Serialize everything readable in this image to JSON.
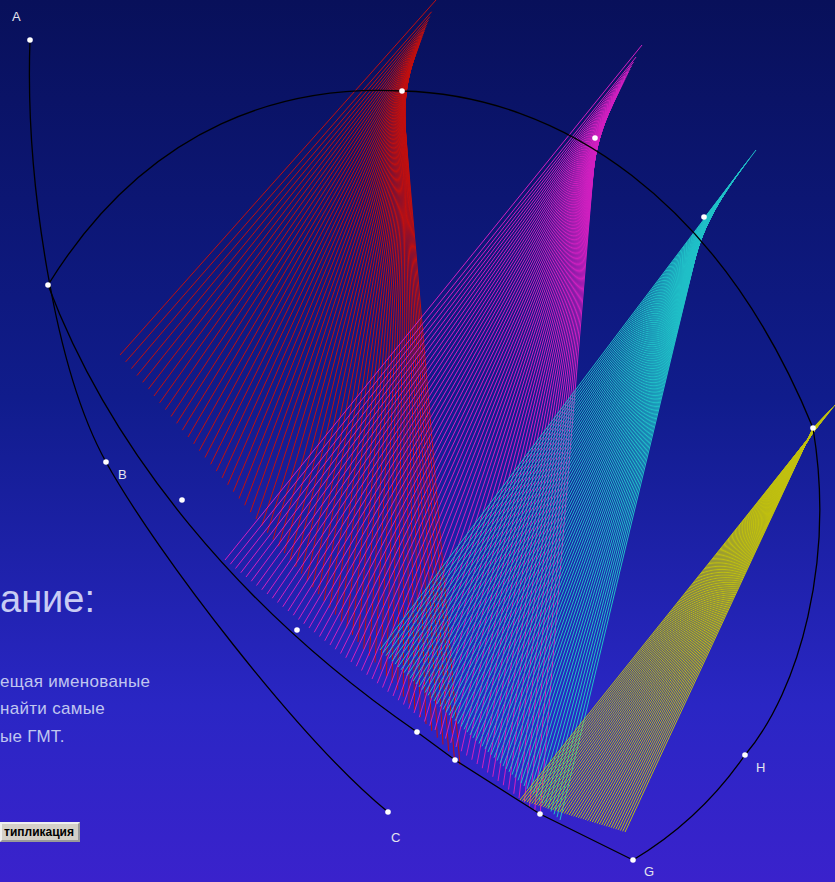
{
  "diagram": {
    "labels": [
      "A",
      "B",
      "C",
      "G",
      "H",
      "ание:",
      "ещая именованые",
      "найти самые",
      "ые ГМТ.",
      "типликация"
    ]
  }
}
